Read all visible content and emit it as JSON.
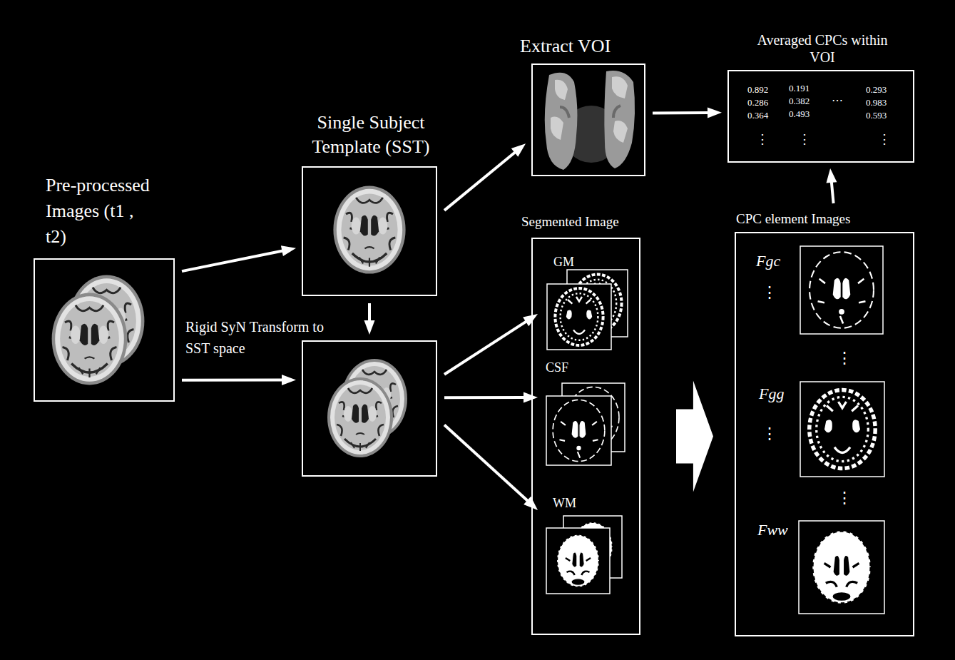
{
  "diagram": {
    "nodes": [
      {
        "text": [
          "Pre-processed Images (t1 , t2)"
        ]
      },
      {
        "text": [
          "Single Subject Template (SST)"
        ]
      },
      {
        "text": [
          "Rigid SyN Transform to SST space"
        ]
      },
      {
        "text": [
          "Extract VOI"
        ]
      },
      {
        "text": [
          "Averaged CPCs within VOI"
        ]
      },
      {
        "text": [
          "Segmented Image"
        ]
      },
      {
        "text": [
          "GM"
        ],
        "in": 5
      },
      {
        "text": [
          "CSF"
        ],
        "in": 5
      },
      {
        "text": [
          "WM"
        ],
        "in": 5
      },
      {
        "text": [
          "CPC element Images"
        ]
      },
      {
        "text": [
          "Fgc"
        ],
        "in": 9
      },
      {
        "text": [
          "Fgg"
        ],
        "in": 9
      },
      {
        "text": [
          "Fww"
        ],
        "in": 9
      }
    ],
    "edges": [
      {
        "from": 0,
        "to": 1,
        "arrow": "to"
      },
      {
        "from": 0,
        "to": 2,
        "arrow": "to"
      },
      {
        "from": 1,
        "to": 2,
        "arrow": "to"
      },
      {
        "from": 1,
        "to": 3,
        "arrow": "to"
      },
      {
        "from": 2,
        "to": 6,
        "arrow": "to"
      },
      {
        "from": 2,
        "to": 7,
        "arrow": "to"
      },
      {
        "from": 2,
        "to": 8,
        "arrow": "to"
      },
      {
        "from": 3,
        "to": 4,
        "arrow": "to"
      },
      {
        "from": 9,
        "to": 4,
        "arrow": "to"
      },
      {
        "from": 5,
        "to": 9,
        "arrow": "to"
      }
    ],
    "labels": [
      "0.892",
      "0.191",
      "0.293",
      "0.286",
      "0.382",
      "0.983",
      "0.364",
      "0.493",
      "0.593",
      "⋯",
      "⋮",
      "⋮",
      "⋮",
      "⋮",
      "⋮",
      "⋮",
      "⋮"
    ]
  }
}
